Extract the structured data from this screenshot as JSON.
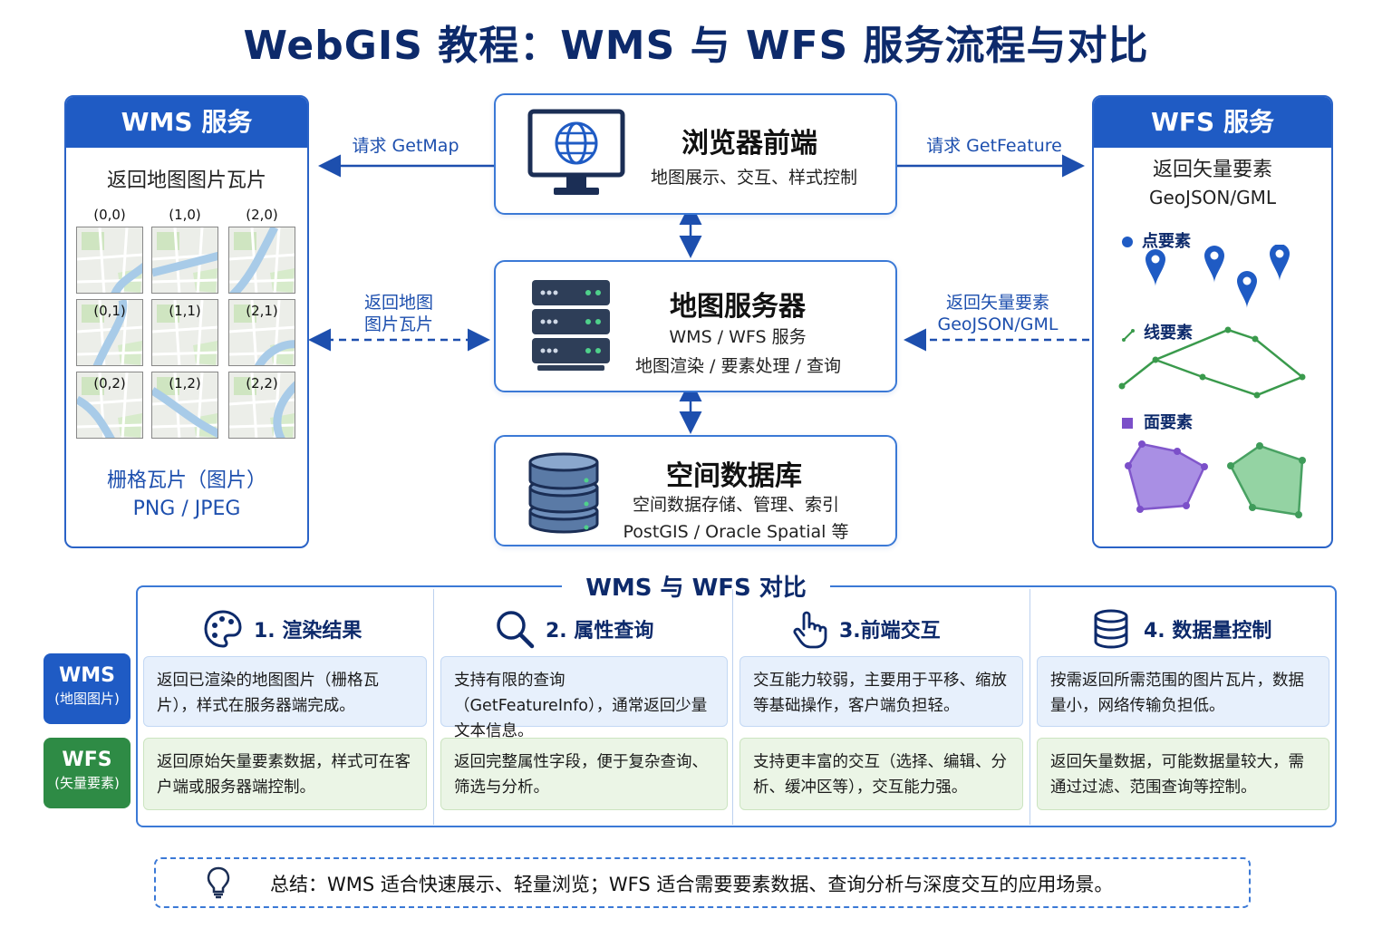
{
  "title": "WebGIS 教程：WMS 与 WFS 服务流程与对比",
  "wms_panel": {
    "header": "WMS 服务",
    "subtitle": "返回地图图片瓦片",
    "tiles": [
      "(0,0)",
      "(1,0)",
      "(2,0)",
      "(0,1)",
      "(1,1)",
      "(2,1)",
      "(0,2)",
      "(1,2)",
      "(2,2)"
    ],
    "footer_line1": "栅格瓦片（图片）",
    "footer_line2": "PNG / JPEG"
  },
  "wfs_panel": {
    "header": "WFS 服务",
    "subtitle_line1": "返回矢量要素",
    "subtitle_line2": "GeoJSON/GML",
    "point_label": "点要素",
    "line_label": "线要素",
    "polygon_label": "面要素"
  },
  "browser": {
    "title": "浏览器前端",
    "desc": "地图展示、交互、样式控制"
  },
  "map_server": {
    "title": "地图服务器",
    "desc1": "WMS / WFS 服务",
    "desc2": "地图渲染 / 要素处理 / 查询"
  },
  "database": {
    "title": "空间数据库",
    "desc1": "空间数据存储、管理、索引",
    "desc2": "PostGIS / Oracle Spatial 等"
  },
  "arrows": {
    "getmap": "请求 GetMap",
    "getfeature": "请求 GetFeature",
    "return_tiles_line1": "返回地图",
    "return_tiles_line2": "图片瓦片",
    "return_vector_line1": "返回矢量要素",
    "return_vector_line2": "GeoJSON/GML"
  },
  "comparison": {
    "title": "WMS 与 WFS 对比",
    "rows": {
      "wms": {
        "name": "WMS",
        "sub": "(地图图片)"
      },
      "wfs": {
        "name": "WFS",
        "sub": "(矢量要素)"
      }
    },
    "columns": [
      {
        "icon": "palette-icon",
        "header": "1. 渲染结果",
        "wms": "返回已渲染的地图图片（栅格瓦片），样式在服务器端完成。",
        "wfs": "返回原始矢量要素数据，样式可在客户端或服务器端控制。"
      },
      {
        "icon": "magnifier-icon",
        "header": "2. 属性查询",
        "wms": "支持有限的查询（GetFeatureInfo），通常返回少量文本信息。",
        "wfs": "返回完整属性字段，便于复杂查询、筛选与分析。"
      },
      {
        "icon": "hand-pointer-icon",
        "header": "3.前端交互",
        "wms": "交互能力较弱，主要用于平移、缩放等基础操作，客户端负担轻。",
        "wfs": "支持更丰富的交互（选择、编辑、分析、缓冲区等），交互能力强。"
      },
      {
        "icon": "database-icon",
        "header": "4. 数据量控制",
        "wms": "按需返回所需范围的图片瓦片，数据量小，网络传输负担低。",
        "wfs": "返回矢量数据，可能数据量较大，需通过过滤、范围查询等控制。"
      }
    ]
  },
  "summary": "总结：WMS 适合快速展示、轻量浏览；WFS 适合需要要素数据、查询分析与深度交互的应用场景。",
  "colors": {
    "primary": "#1f5bc4",
    "navy": "#0d2a6b",
    "wfs_green": "#2e8b45",
    "line_green": "#3a9a4c",
    "polygon_purple": "#7b4fc9",
    "polygon_green": "#3f9c5a"
  }
}
